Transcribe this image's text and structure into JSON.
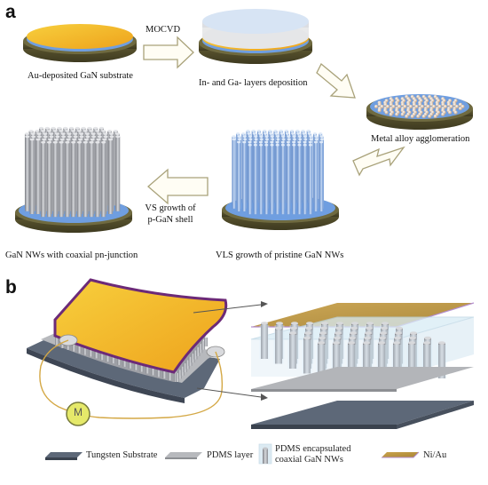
{
  "panel_a": {
    "letter": "a",
    "captions": {
      "substrate": "Au-deposited GaN substrate",
      "deposition": "In- and Ga- layers deposition",
      "agglomeration": "Metal alloy agglomeration",
      "vls": "VLS growth of pristine GaN NWs",
      "coaxial": "GaN NWs with coaxial pn-junction"
    },
    "arrow_labels": {
      "mocvd": "MOCVD",
      "vs_line1": "VS growth of",
      "vs_line2": "p-GaN shell"
    }
  },
  "panel_b": {
    "letter": "b",
    "meter_label": "M",
    "legend": [
      {
        "label": "Tungsten Substrate"
      },
      {
        "label": "PDMS layer"
      },
      {
        "label_line1": "PDMS encapsulated",
        "label_line2": "coaxial GaN NWs"
      },
      {
        "label": "Ni/Au"
      }
    ]
  },
  "colors": {
    "gold": "#f2b72c",
    "blue": "#6f9ee0",
    "base": "#5c5530",
    "nanowire_blue": "#9bbde8",
    "nanowire_gray": "#a8aab0",
    "arrow_outline": "#a9a27a"
  }
}
